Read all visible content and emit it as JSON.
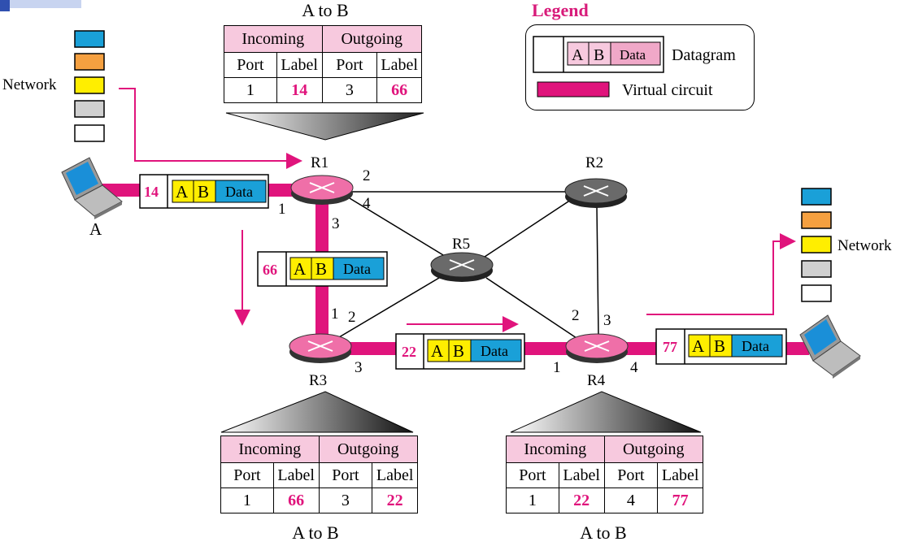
{
  "legend": {
    "title": "Legend",
    "datagram_label": "Datagram",
    "vc_label": "Virtual circuit",
    "sample_a": "A",
    "sample_b": "B",
    "sample_data": "Data"
  },
  "routers": {
    "r1": "R1",
    "r2": "R2",
    "r3": "R3",
    "r4": "R4",
    "r5": "R5"
  },
  "hosts": {
    "a": "A"
  },
  "network_label": "Network",
  "packet": {
    "a": "A",
    "b": "B",
    "data": "Data"
  },
  "packet_labels": {
    "p1": "14",
    "p2": "66",
    "p3": "22",
    "p4": "77"
  },
  "ports": {
    "r1_1": "1",
    "r1_2": "2",
    "r1_3": "3",
    "r1_4": "4",
    "r3_1": "1",
    "r3_2": "2",
    "r3_3": "3",
    "r4_1": "1",
    "r4_2": "2",
    "r4_3": "3",
    "r4_4": "4"
  },
  "tables": {
    "r1": {
      "title": "A to B",
      "incoming": "Incoming",
      "outgoing": "Outgoing",
      "col_port": "Port",
      "col_label": "Label",
      "in_port": "1",
      "in_label": "14",
      "out_port": "3",
      "out_label": "66"
    },
    "r3": {
      "title": "A to B",
      "incoming": "Incoming",
      "outgoing": "Outgoing",
      "col_port": "Port",
      "col_label": "Label",
      "in_port": "1",
      "in_label": "66",
      "out_port": "3",
      "out_label": "22"
    },
    "r4": {
      "title": "A to B",
      "incoming": "Incoming",
      "outgoing": "Outgoing",
      "col_port": "Port",
      "col_label": "Label",
      "in_port": "1",
      "in_label": "22",
      "out_port": "4",
      "out_label": "77"
    }
  },
  "colors": {
    "vc_pink": "#e0147c",
    "router_pink": "#ef6fa8",
    "router_gray": "#6a6a6a",
    "field_yellow": "#ffee00",
    "field_blue": "#1aa0d8",
    "header_pink": "#f7c9de",
    "stack_orange": "#f5a040",
    "stack_gray": "#d0d0d0"
  }
}
